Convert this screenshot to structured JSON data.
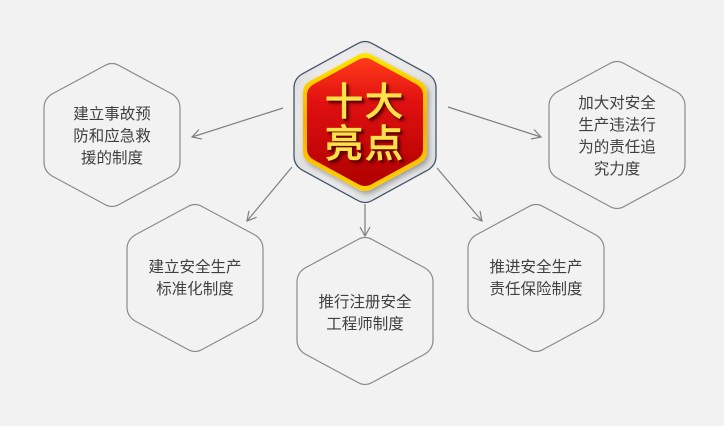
{
  "diagram": {
    "type": "hub-and-spoke",
    "colors": {
      "background": "#f2f2f2",
      "node_stroke": "#808080",
      "node_fill": "#f2f2f2",
      "arrow": "#7f7f7f",
      "center_outer_stroke": "#44546a",
      "center_fill_top": "#e31414",
      "center_fill_bottom": "#b00000",
      "center_border": "#ffd500",
      "center_text": "#ffe24a"
    },
    "center": {
      "label": "十大\n亮点"
    },
    "nodes": [
      {
        "id": "top-left",
        "label": "建立事故预\n防和应急救\n援的制度"
      },
      {
        "id": "top-right",
        "label": "加大对安全\n生产违法行\n为的责任追\n究力度"
      },
      {
        "id": "mid-left",
        "label": "建立安全生产\n标准化制度"
      },
      {
        "id": "bottom-center",
        "label": "推行注册安全\n工程师制度"
      },
      {
        "id": "mid-right",
        "label": "推进安全生产\n责任保险制度"
      }
    ]
  }
}
